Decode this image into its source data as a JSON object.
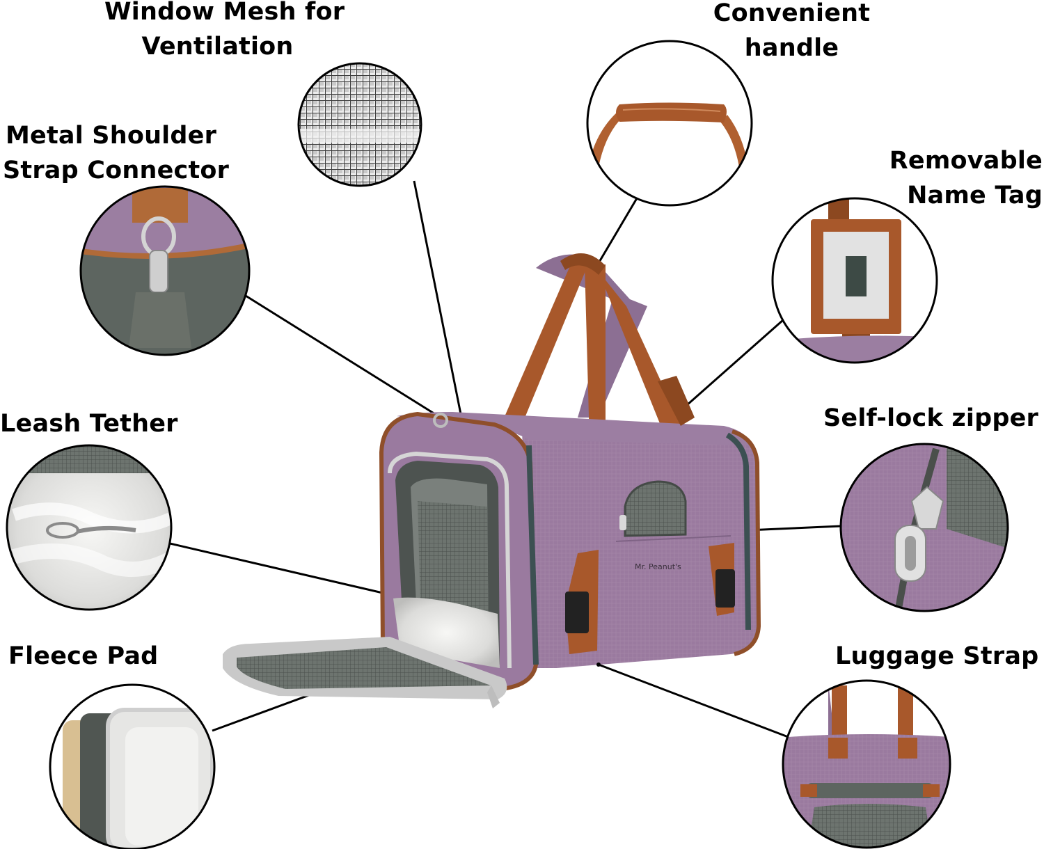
{
  "callouts": {
    "window_mesh": {
      "line1": "Window Mesh for",
      "line2": "Ventilation"
    },
    "handle": {
      "line1": "Convenient",
      "line2": "handle"
    },
    "shoulder_connector": {
      "line1": "Metal Shoulder",
      "line2": "Strap Connector"
    },
    "name_tag": {
      "line1": "Removable",
      "line2": "Name Tag"
    },
    "leash_tether": {
      "line1": "Leash Tether"
    },
    "zipper": {
      "line1": "Self-lock zipper"
    },
    "fleece_pad": {
      "line1": "Fleece Pad"
    },
    "luggage_strap": {
      "line1": "Luggage Strap"
    }
  },
  "product": {
    "brand_print": "Mr. Peanut's",
    "colors": {
      "fabric": "#9a7a9f",
      "leather": "#a85a2c",
      "mesh": "#5f6660",
      "fleece": "#eaeaea"
    }
  }
}
